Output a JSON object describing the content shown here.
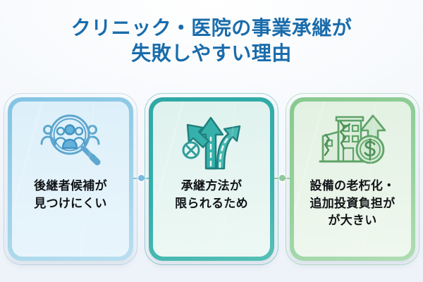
{
  "header": {
    "title_line1": "クリニック・医院の事業承継が",
    "title_line2": "失敗しやすい理由",
    "title_color": "#1a6cab"
  },
  "background_color": "#f7f9fc",
  "cards": [
    {
      "id": "successor-candidate",
      "icon_name": "magnifier-people-icon",
      "label_line1": "後継者候補が",
      "label_line2": "見つけにくい",
      "label_line3": "",
      "frame_color": "#82c3e3",
      "inner_color": "#dcf0fa",
      "icon_color": "#5ea7cf"
    },
    {
      "id": "succession-method",
      "icon_name": "forked-road-arrows-icon",
      "label_line1": "承継方法が",
      "label_line2": "限られるため",
      "label_line3": "",
      "frame_color": "#2fa8a6",
      "inner_color": "#dff2ee",
      "icon_color": "#2e9e9b"
    },
    {
      "id": "equipment-aging",
      "icon_name": "cracked-building-money-icon",
      "label_line1": "設備の老朽化・",
      "label_line2": "追加投資負担が",
      "label_line3": "が大きい",
      "frame_color": "#87c98f",
      "inner_color": "#e2f1e2",
      "icon_color": "#5fa368"
    }
  ],
  "connector": {
    "dot_left_color": "#7cb9dd",
    "dot_right_color": "#93c89c"
  }
}
